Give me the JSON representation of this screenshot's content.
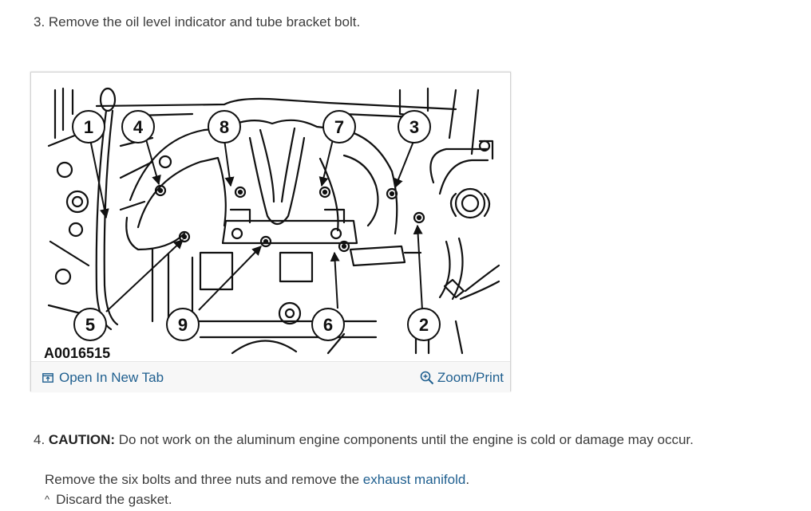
{
  "step3": {
    "text": "3. Remove the oil level indicator and tube bracket bolt."
  },
  "figure": {
    "figure_id": "A0016515",
    "callouts": [
      "1",
      "4",
      "8",
      "7",
      "3",
      "5",
      "9",
      "6",
      "2"
    ],
    "open_tab_label": "Open In New Tab",
    "zoom_label": "Zoom/Print",
    "link_color": "#1f5f8f"
  },
  "step4": {
    "number": "4.",
    "caution_label": "CAUTION:",
    "caution_text": "Do not work on the aluminum engine components until the engine is cold or damage may occur."
  },
  "body": {
    "line1_prefix": "Remove the six bolts and three nuts and remove the ",
    "line1_link": "exhaust manifold",
    "line1_suffix": ".",
    "line2_caret": "^",
    "line2_text": "Discard the gasket."
  }
}
